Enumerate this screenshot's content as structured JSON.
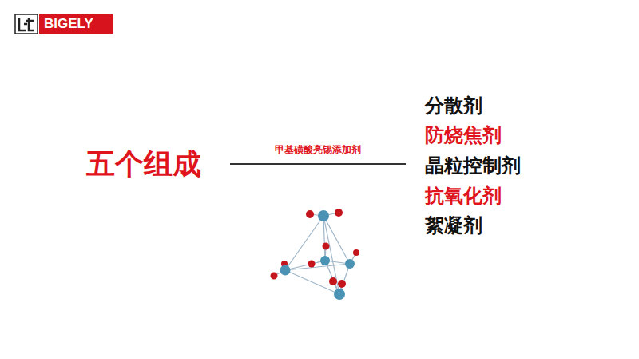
{
  "diagram": {
    "nodes": [
      {
        "text": [
          "BIGELY"
        ]
      }
    ],
    "labels": [
      "五个组成",
      "甲基磺酸亮锡添加剂",
      "分散剂",
      "防烧焦剂",
      "晶粒控制剂",
      "抗氧化剂",
      "絮凝剂"
    ]
  }
}
